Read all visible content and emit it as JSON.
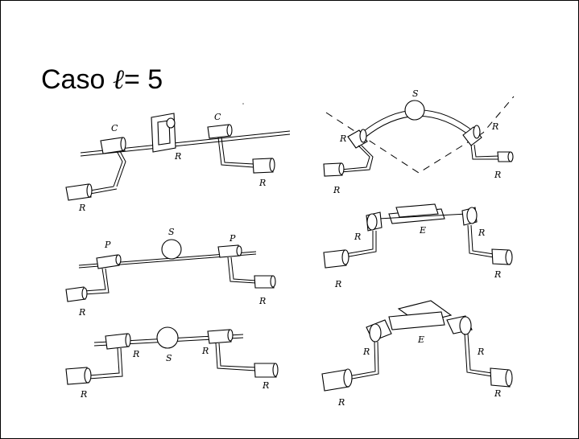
{
  "slide": {
    "title_prefix": "Caso ",
    "title_symbol": "ℓ",
    "title_suffix": "= 5"
  },
  "figures": [
    {
      "labels": [
        "C",
        "C",
        "R",
        "R",
        "R"
      ]
    },
    {
      "labels": [
        "S",
        "R",
        "R",
        "R",
        "R"
      ]
    },
    {
      "labels": [
        "P",
        "S",
        "P",
        "R",
        "R"
      ]
    },
    {
      "labels": [
        "E",
        "R",
        "R",
        "R",
        "R"
      ]
    },
    {
      "labels": [
        "R",
        "S",
        "R",
        "R",
        "R"
      ]
    },
    {
      "labels": [
        "E",
        "R",
        "R",
        "R",
        "R"
      ]
    }
  ]
}
